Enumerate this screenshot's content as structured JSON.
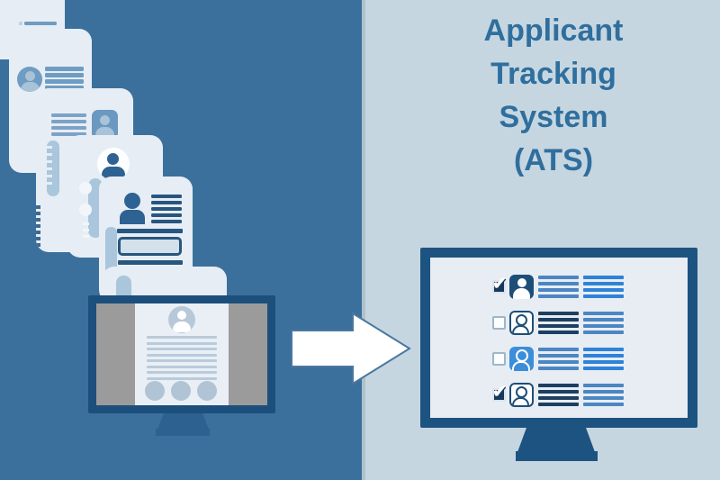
{
  "title": {
    "text": "Applicant Tracking System (ATS)",
    "lines": [
      "Applicant",
      "Tracking",
      "System",
      "(ATS)"
    ]
  },
  "palette": {
    "background_left": "#3b709c",
    "background_right": "#c6d6e0",
    "title_text": "#2f6f9e",
    "paper": "#e7edf4",
    "paper_accent_medium": "#6e9cc2",
    "paper_accent_light": "#a9c6dd",
    "navy": "#1d4f7c",
    "monitor_gray": "#9b9b9b",
    "line_navy": "#1d3f61",
    "line_medium": "#4c86c2",
    "line_bright": "#2e82d8",
    "avatar_bright": "#3d8ed8",
    "stand_left": "#2d6190"
  },
  "illustration": {
    "resume_documents_count": 6,
    "left_monitor_content": "resume-document-preview",
    "arrow_direction": "right"
  },
  "ats_screen": {
    "rows": [
      {
        "checked": true,
        "avatar_style": "filled-navy",
        "left_lines": "medium",
        "right_lines": "bright"
      },
      {
        "checked": false,
        "avatar_style": "outline",
        "left_lines": "navy",
        "right_lines": "medium"
      },
      {
        "checked": false,
        "avatar_style": "filled-bright",
        "left_lines": "medium",
        "right_lines": "bright"
      },
      {
        "checked": true,
        "avatar_style": "outline",
        "left_lines": "navy",
        "right_lines": "medium"
      }
    ],
    "lines_per_group": 4
  }
}
